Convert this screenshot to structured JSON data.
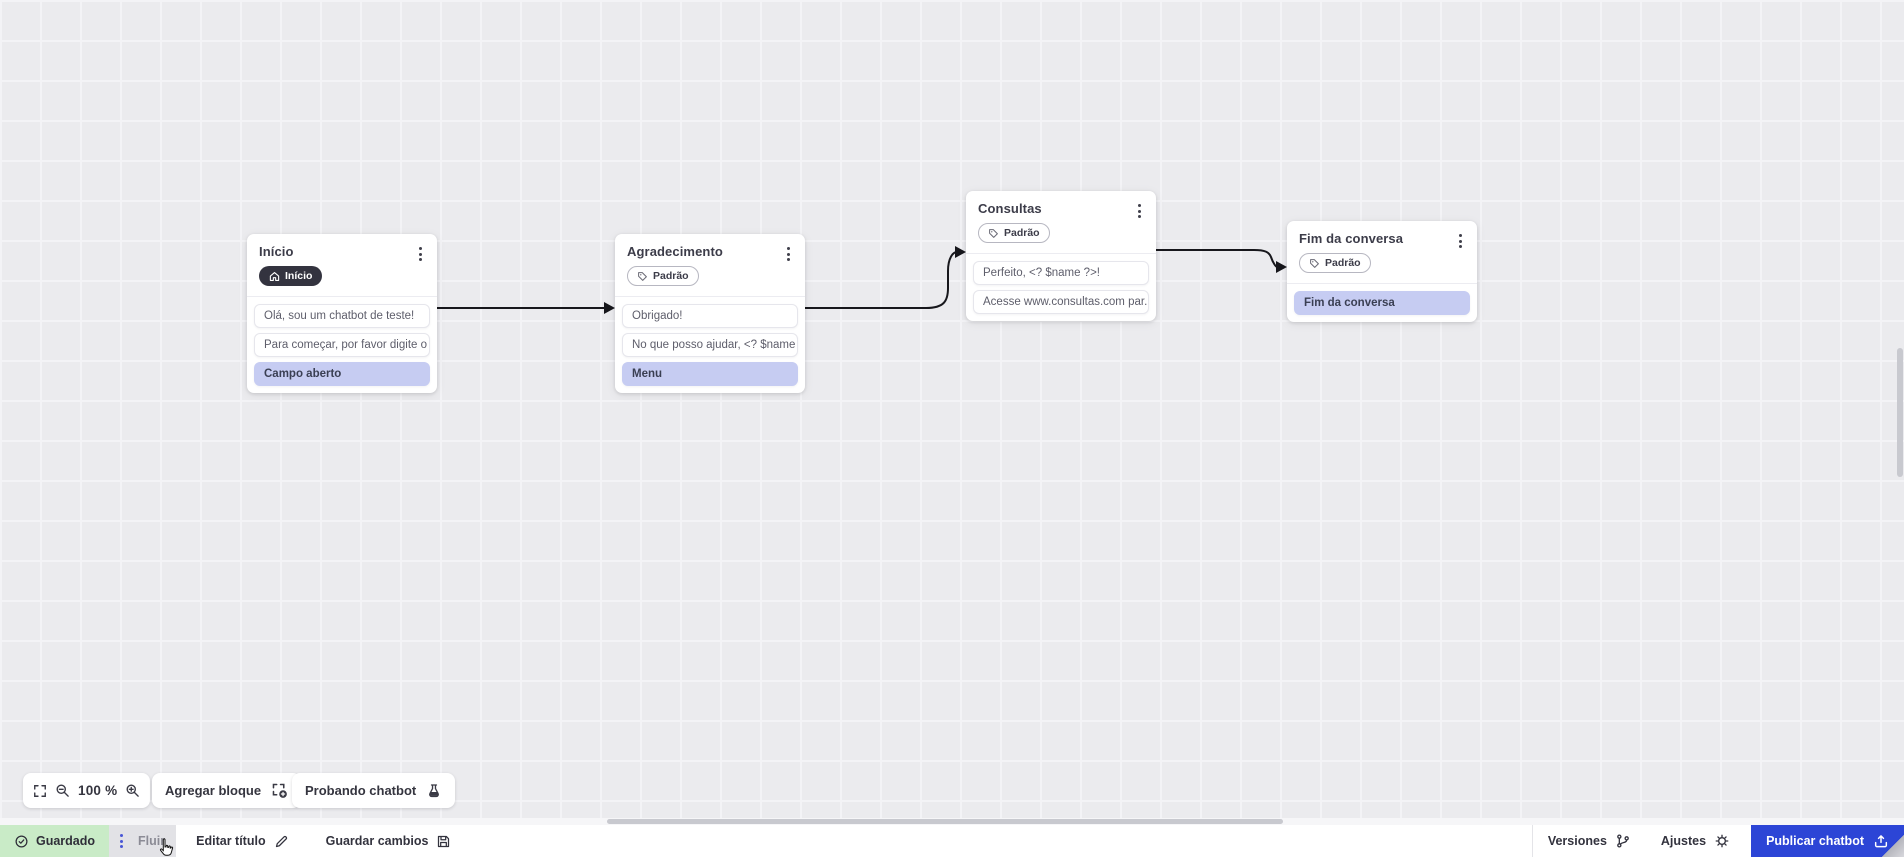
{
  "nodes": [
    {
      "title": "Início",
      "badge": "Início",
      "messages": [
        "Olá, sou um chatbot de teste!",
        "Para começar, por favor digite o ...",
        "Campo aberto"
      ]
    },
    {
      "title": "Agradecimento",
      "badge": "Padrão",
      "messages": [
        "Obrigado!",
        "No que posso ajudar, <? $name ...",
        "Menu"
      ]
    },
    {
      "title": "Consultas",
      "badge": "Padrão",
      "messages": [
        "Perfeito, <? $name ?>!",
        "Acesse www.consultas.com par..."
      ]
    },
    {
      "title": "Fim da conversa",
      "badge": "Padrão",
      "messages": [
        "Fim da conversa"
      ]
    }
  ],
  "canvas_toolbar": {
    "zoom_level": "100 %",
    "add_block": "Agregar bloque",
    "test_chatbot": "Probando chatbot"
  },
  "statusbar": {
    "saved": "Guardado",
    "flow_tab": "Fluir",
    "edit_title": "Editar título",
    "save_changes": "Guardar cambios",
    "versions": "Versiones",
    "settings": "Ajustes",
    "publish": "Publicar chatbot"
  },
  "colors": {
    "accent_blue": "#2c45d6",
    "action_lavender": "#c6ccf2",
    "saved_green": "#c9ebc7",
    "badge_dark": "#33333f",
    "connector": "#17171c"
  }
}
